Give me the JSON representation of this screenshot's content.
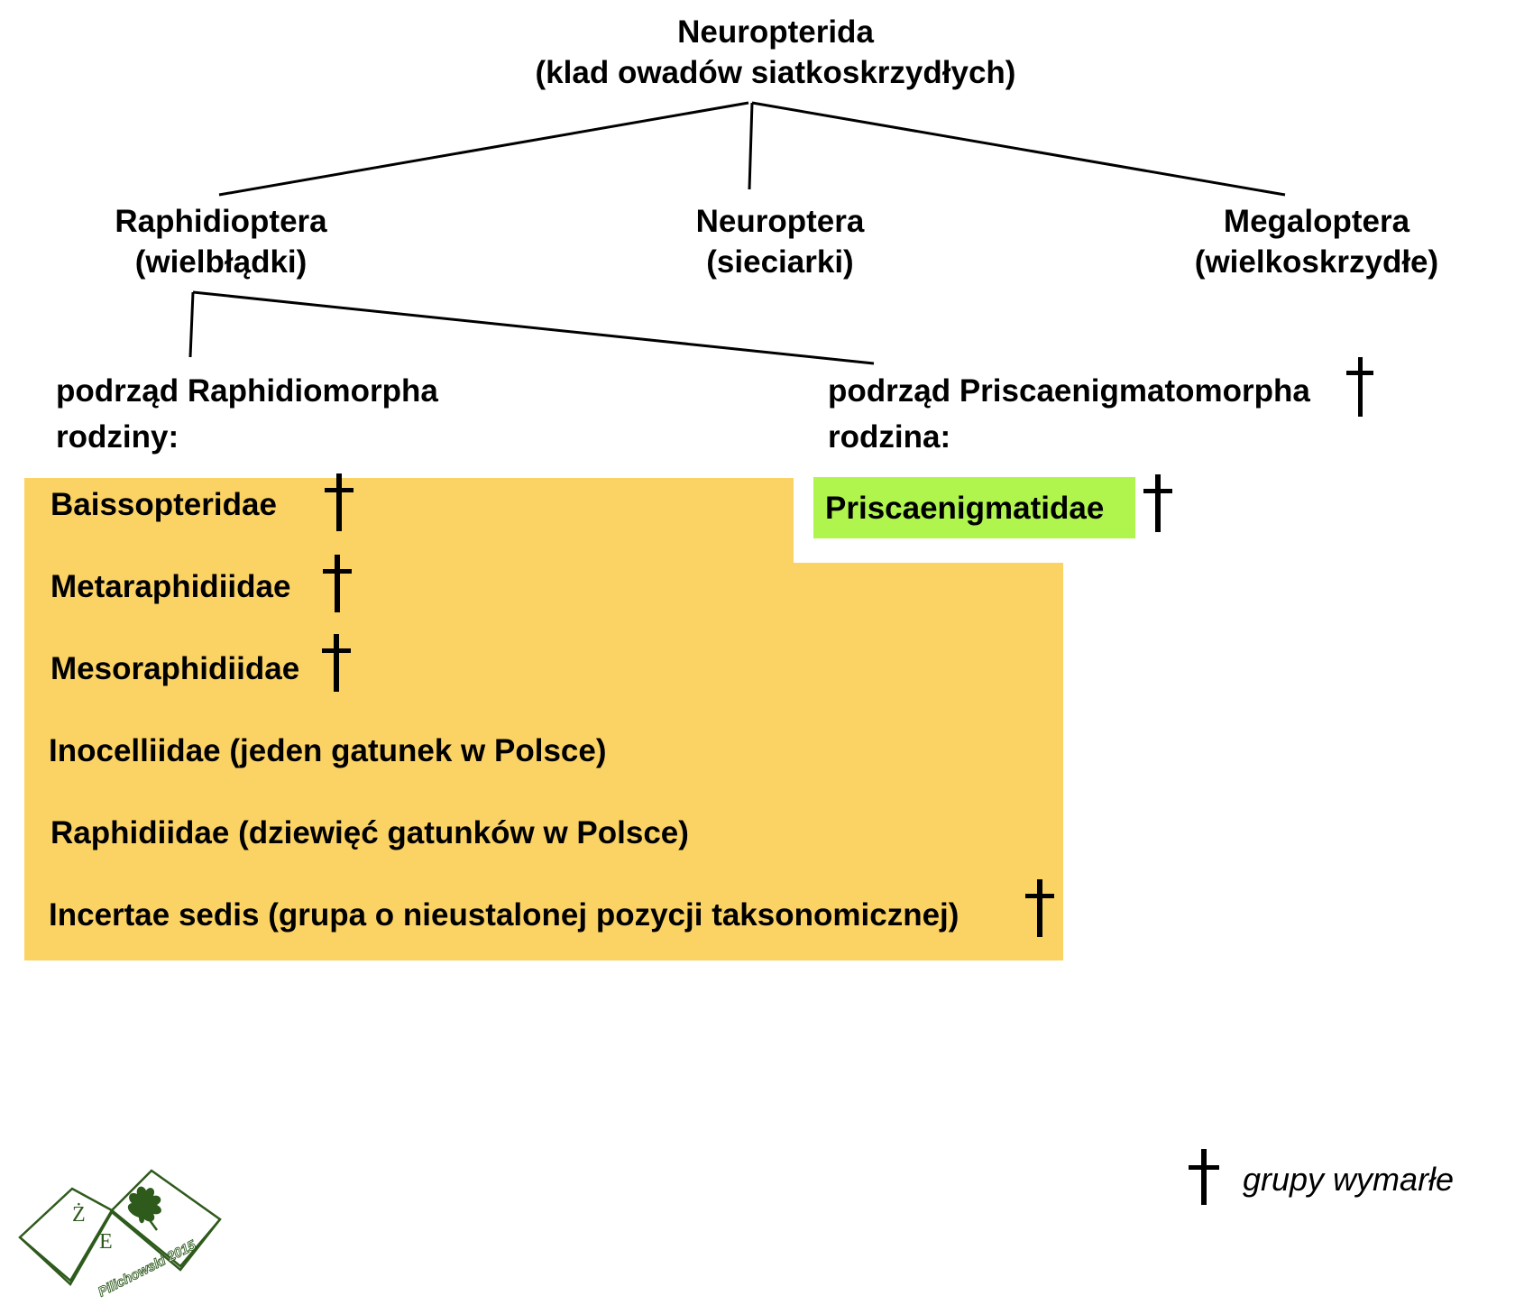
{
  "root": {
    "name": "Neuropterida",
    "desc": "(klad owadów siatkoskrzydłych)"
  },
  "orders": [
    {
      "name": "Raphidioptera",
      "desc": "(wielbłądki)"
    },
    {
      "name": "Neuroptera",
      "desc": "(sieciarki)"
    },
    {
      "name": "Megaloptera",
      "desc": "(wielkoskrzydłe)"
    }
  ],
  "suborders": [
    {
      "name": "podrząd Raphidiomorpha",
      "label": "rodziny:",
      "extinct": false
    },
    {
      "name": "podrząd Priscaenigmatomorpha",
      "label": "rodzina:",
      "extinct": true
    }
  ],
  "families_raphidiomorpha": [
    {
      "name": "Baissopteridae",
      "extinct": true
    },
    {
      "name": "Metaraphidiidae",
      "extinct": true
    },
    {
      "name": "Mesoraphidiidae",
      "extinct": true
    },
    {
      "name": "Inocelliidae (jeden gatunek w Polsce)",
      "extinct": false
    },
    {
      "name": "Raphidiidae (dziewięć gatunków w Polsce)",
      "extinct": false
    },
    {
      "name": "Incertae sedis (grupa o nieustalonej pozycji taksonomicznej)",
      "extinct": true
    }
  ],
  "families_priscaenigmatomorpha": [
    {
      "name": "Priscaenigmatidae",
      "extinct": true
    }
  ],
  "legend": {
    "symbol": "extinct-cross-icon",
    "text": "grupy wymarłe"
  },
  "logo": {
    "letters_top": "Ż",
    "letters_bottom": "E",
    "caption": "Pilichowski 2015"
  },
  "colors": {
    "raphidiomorpha_box": "#fbd264",
    "priscaenigmatomorpha_box": "#b0f54e",
    "logo_green": "#2e5a1c"
  }
}
